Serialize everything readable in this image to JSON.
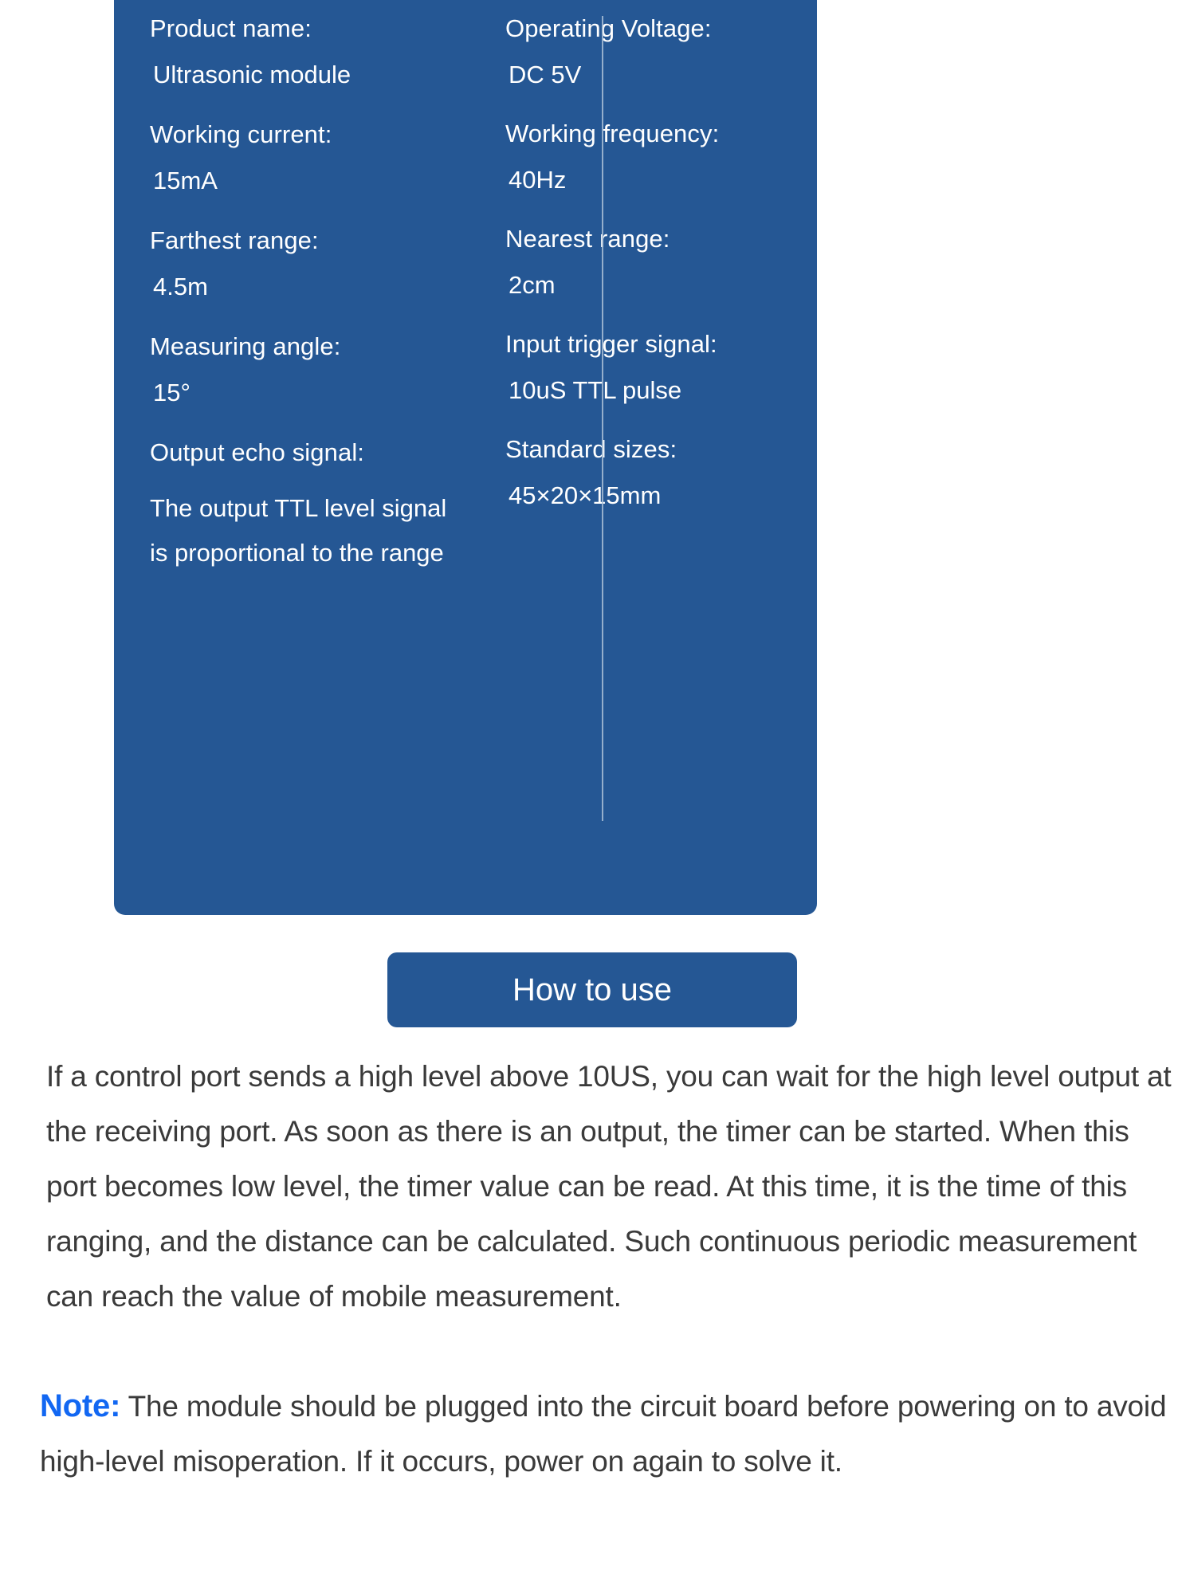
{
  "spec_panel": {
    "accent_color": "#255794",
    "text_color": "#ffffff",
    "left_column": [
      {
        "key": "Product name:",
        "value": "Ultrasonic module"
      },
      {
        "key": "Working current:",
        "value": "15mA"
      },
      {
        "key": "Farthest range:",
        "value": "4.5m"
      },
      {
        "key": "Measuring angle:",
        "value": "15°"
      },
      {
        "key": "Output echo signal:",
        "value": "The output TTL level signal is proportional to the range"
      }
    ],
    "right_column": [
      {
        "key": "Operating Voltage:",
        "value": "DC 5V"
      },
      {
        "key": "Working frequency:",
        "value": "40Hz"
      },
      {
        "key": "Nearest range:",
        "value": "2cm"
      },
      {
        "key": "Input trigger signal:",
        "value": "10uS TTL pulse"
      },
      {
        "key": "Standard sizes:",
        "value": "45×20×15mm"
      }
    ]
  },
  "howto": {
    "button_label": "How to use",
    "paragraph": "If a control port sends a high level above 10US, you can wait for the high level output at the receiving port. As soon as there is an output, the timer can be started. When this port becomes low level, the timer value can be read. At this time, it is the time of this ranging, and the distance can be calculated. Such continuous periodic measurement can reach the value of mobile measurement."
  },
  "note": {
    "label": "Note:",
    "label_color": "#1267f2",
    "text": " The module should be plugged into the circuit board before powering on to avoid high-level misoperation. If it occurs, power on again to solve it."
  }
}
